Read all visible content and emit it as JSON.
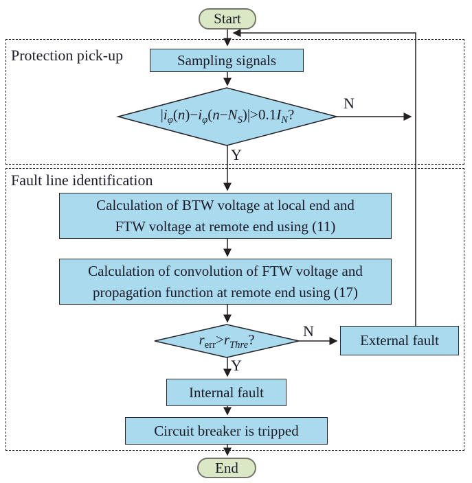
{
  "colors": {
    "process_fill": "#a9daee",
    "process_border": "#26262c",
    "terminal_fill": "#dae8c5",
    "terminal_border": "#73746c",
    "line": "#231f20",
    "text": "#1b1b28",
    "background": "#ffffff"
  },
  "terminals": {
    "start_label": "Start",
    "end_label": "End"
  },
  "regions": {
    "protection": {
      "label": "Protection pick-up"
    },
    "fault_line": {
      "label": "Fault line identification"
    }
  },
  "nodes": {
    "sampling": {
      "label": "Sampling signals"
    },
    "calc_btw": {
      "line1": "Calculation of BTW voltage at local end and",
      "line2": "FTW voltage at remote end using (11)"
    },
    "calc_conv": {
      "line1": "Calculation of convolution of FTW voltage and",
      "line2": "propagation function at remote end using (17)"
    },
    "external_fault": {
      "label": "External fault"
    },
    "internal_fault": {
      "label": "Internal fault"
    },
    "breaker": {
      "label": "Circuit breaker is tripped"
    }
  },
  "decisions": {
    "pickup": {
      "segments": [
        {
          "t": "|"
        },
        {
          "t": "i",
          "s": "i"
        },
        {
          "t": "φ",
          "s": "si"
        },
        {
          "t": "("
        },
        {
          "t": "n",
          "s": "i"
        },
        {
          "t": ")−"
        },
        {
          "t": "i",
          "s": "i"
        },
        {
          "t": "φ",
          "s": "si"
        },
        {
          "t": "("
        },
        {
          "t": "n",
          "s": "i"
        },
        {
          "t": "−"
        },
        {
          "t": "N",
          "s": "i"
        },
        {
          "t": "S",
          "s": "si"
        },
        {
          "t": ")|>0.1"
        },
        {
          "t": "I",
          "s": "i"
        },
        {
          "t": "N",
          "s": "si"
        },
        {
          "t": "?"
        }
      ]
    },
    "threshold": {
      "segments": [
        {
          "t": "r",
          "s": "i"
        },
        {
          "t": "err",
          "s": "s"
        },
        {
          "t": ">"
        },
        {
          "t": "r",
          "s": "i"
        },
        {
          "t": "Thre",
          "s": "si"
        },
        {
          "t": "?"
        }
      ]
    }
  },
  "edge_labels": {
    "pickup_no": "N",
    "pickup_yes": "Y",
    "threshold_no": "N",
    "threshold_yes": "Y"
  }
}
